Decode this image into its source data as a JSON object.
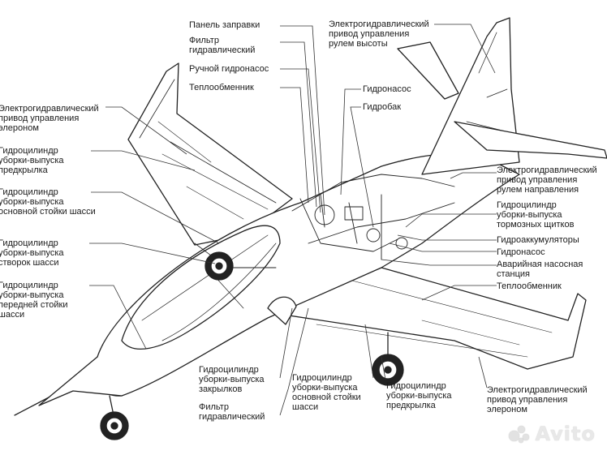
{
  "labels": [
    {
      "text": "Панель заправки"
    },
    {
      "text": "Фильтр\nгидравлический"
    },
    {
      "text": "Ручной гидронасос"
    },
    {
      "text": "Теплообменник"
    },
    {
      "text": "Электрогидравлический\nпривод управления\nрулем высоты"
    },
    {
      "text": "Гидронасос"
    },
    {
      "text": "Гидробак"
    },
    {
      "text": "Электрогидравлический\nпривод управления\nэлероном"
    },
    {
      "text": "Гидроцилиндр\nуборки-выпуска\nпредкрылка"
    },
    {
      "text": "Гидроцилиндр\nуборки-выпуска\nосновной стойки шасси"
    },
    {
      "text": "Гидроцилиндр\nуборки-выпуска\nстворок шасси"
    },
    {
      "text": "Гидроцилиндр\nуборки-выпуска\nпередней стойки\nшасси"
    },
    {
      "text": "Электрогидравлический\nпривод управления\nрулем направления"
    },
    {
      "text": "Гидроцилиндр\nуборки-выпуска\nтормозных щитков"
    },
    {
      "text": "Гидроаккумуляторы"
    },
    {
      "text": "Гидронасос"
    },
    {
      "text": "Аварийная насосная\nстанция"
    },
    {
      "text": "Теплообменник"
    },
    {
      "text": "Гидроцилиндр\nуборки-выпуска\nзакрылков"
    },
    {
      "text": "Фильтр\nгидравлический"
    },
    {
      "text": "Гидроцилиндр\nуборки-выпуска\nосновной стойки\nшасси"
    },
    {
      "text": "Гидроцилиндр\nуборки-выпуска\nпредкрылка"
    },
    {
      "text": "Электрогидравлический\nпривод управления\nэлероном"
    }
  ],
  "watermark": {
    "text": "Avito"
  }
}
